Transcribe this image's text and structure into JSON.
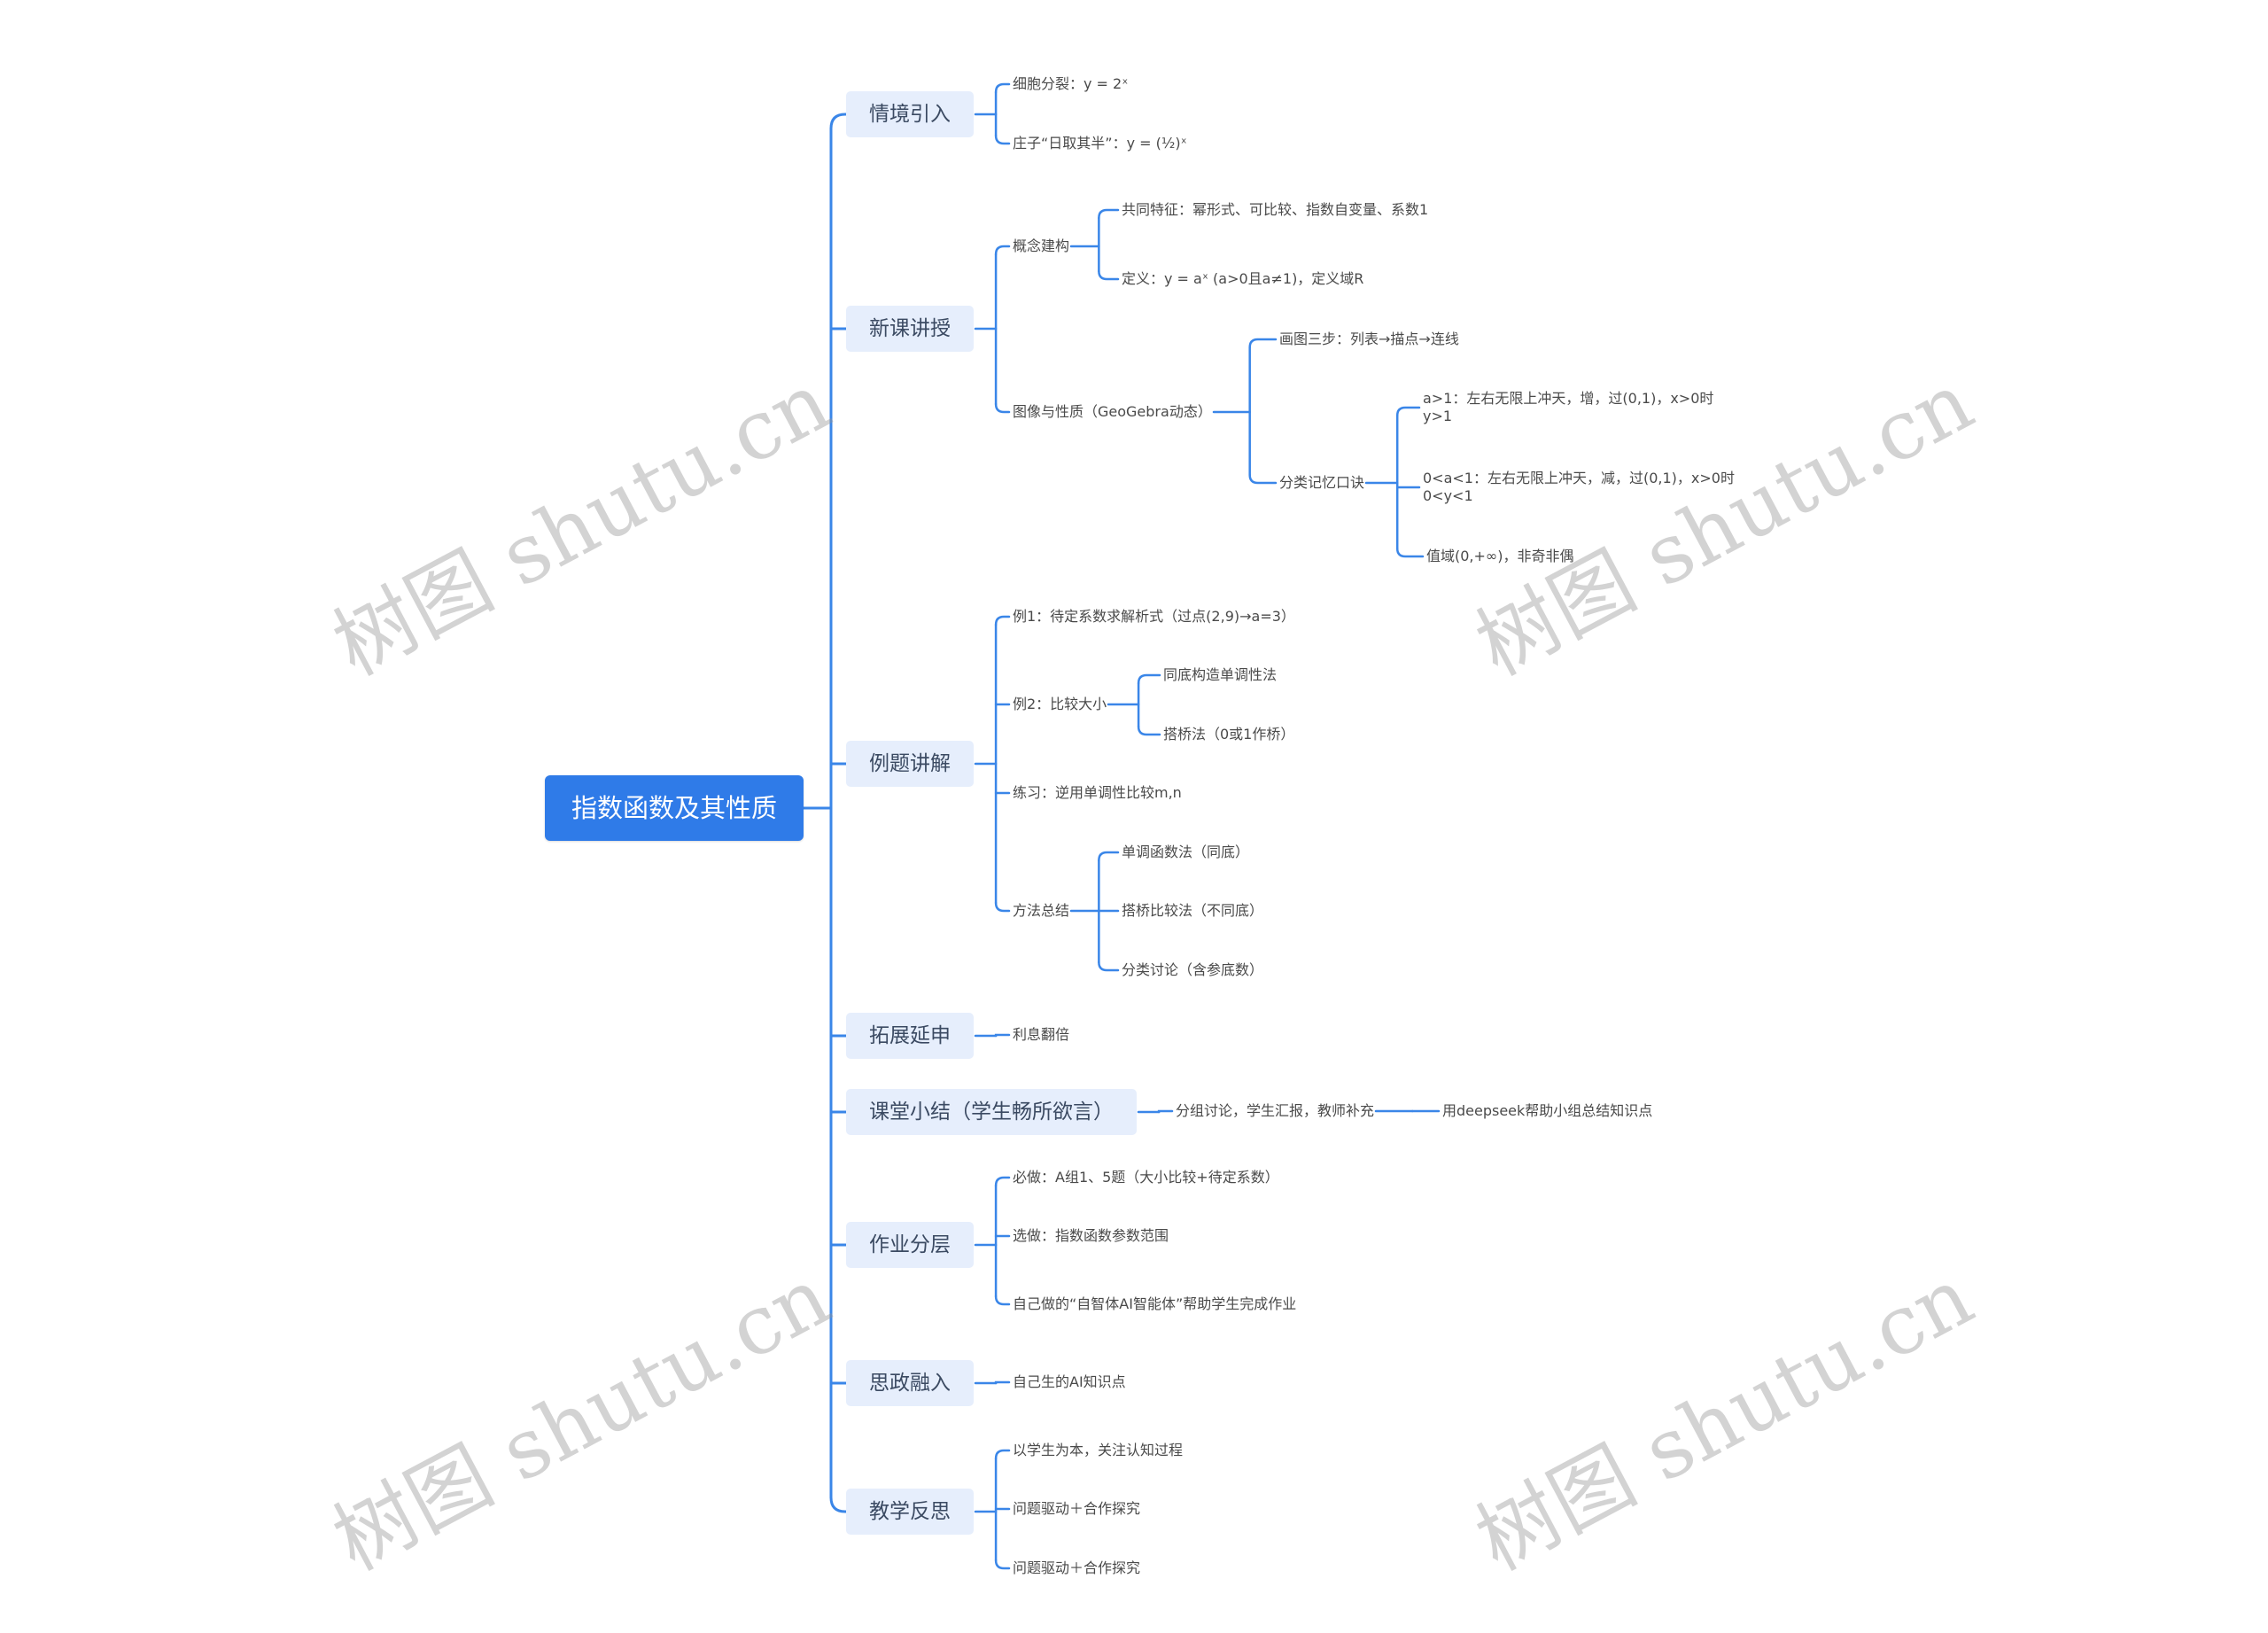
{
  "root": {
    "label": "指数函数及其性质"
  },
  "colors": {
    "accent": "#2f7be8",
    "branch_bg": "#e6eefc",
    "line": "#3a86e8"
  },
  "watermark": "树图 shutu.cn",
  "tree": [
    {
      "label": "情境引入",
      "children": [
        {
          "label": "细胞分裂：y = 2ˣ"
        },
        {
          "label": "庄子“日取其半”：y = (½)ˣ"
        }
      ]
    },
    {
      "label": "新课讲授",
      "children": [
        {
          "label": "概念建构",
          "children": [
            {
              "label": "共同特征：幂形式、可比较、指数自变量、系数1"
            },
            {
              "label": "定义：y = aˣ (a>0且a≠1)，定义域R"
            }
          ]
        },
        {
          "label": "图像与性质（GeoGebra动态）",
          "children": [
            {
              "label": "画图三步：列表→描点→连线"
            },
            {
              "label": "分类记忆口诀",
              "children": [
                {
                  "label": "a>1：左右无限上冲天，增，过(0,1)，x>0时y>1"
                },
                {
                  "label": "0<a<1：左右无限上冲天，减，过(0,1)，x>0时0<y<1"
                },
                {
                  "label": "值域(0,+∞)，非奇非偶"
                }
              ]
            }
          ]
        }
      ]
    },
    {
      "label": "例题讲解",
      "children": [
        {
          "label": "例1：待定系数求解析式（过点(2,9)→a=3）"
        },
        {
          "label": "例2：比较大小",
          "children": [
            {
              "label": "同底构造单调性法"
            },
            {
              "label": "搭桥法（0或1作桥）"
            }
          ]
        },
        {
          "label": "练习：逆用单调性比较m,n"
        },
        {
          "label": "方法总结",
          "children": [
            {
              "label": "单调函数法（同底）"
            },
            {
              "label": "搭桥比较法（不同底）"
            },
            {
              "label": "分类讨论（含参底数）"
            }
          ]
        }
      ]
    },
    {
      "label": "拓展延申",
      "children": [
        {
          "label": "利息翻倍"
        }
      ]
    },
    {
      "label": "课堂小结（学生畅所欲言）",
      "children": [
        {
          "label": "分组讨论，学生汇报，教师补充",
          "children": [
            {
              "label": "用deepseek帮助小组总结知识点"
            }
          ]
        }
      ]
    },
    {
      "label": "作业分层",
      "children": [
        {
          "label": "必做：A组1、5题（大小比较+待定系数）"
        },
        {
          "label": "选做：指数函数参数范围"
        },
        {
          "label": "自己做的“自智体AI智能体”帮助学生完成作业"
        }
      ]
    },
    {
      "label": "思政融入",
      "children": [
        {
          "label": "自己生的AI知识点"
        }
      ]
    },
    {
      "label": "教学反思",
      "children": [
        {
          "label": "以学生为本，关注认知过程"
        },
        {
          "label": "问题驱动＋合作探究"
        },
        {
          "label": "问题驱动＋合作探究"
        }
      ]
    }
  ]
}
